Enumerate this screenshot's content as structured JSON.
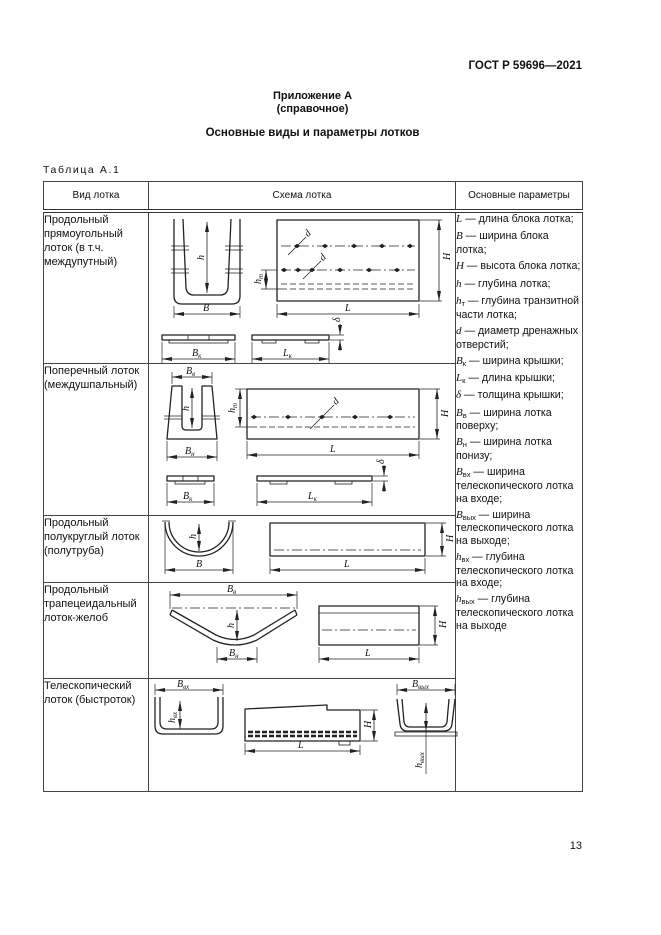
{
  "doc": {
    "standard_number": "ГОСТ Р 59696—2021",
    "annex_title": "Приложение А",
    "annex_note": "(справочное)",
    "title": "Основные виды и параметры лотков",
    "table_caption": "Таблица А.1",
    "page_number": "13"
  },
  "table": {
    "columns": [
      "Вид лотка",
      "Схема лотка",
      "Основные параметры"
    ],
    "rows": [
      {
        "type": "Продольный прямоугольный лоток (в т.ч. междупутный)"
      },
      {
        "type": "Поперечный лоток (междушпальный)"
      },
      {
        "type": "Продольный полукруглый лоток (полутруба)"
      },
      {
        "type": "Продольный трапецеидальный лоток-желоб"
      },
      {
        "type": "Телескопический лоток (быстроток)"
      }
    ],
    "parameters": [
      {
        "sym": "L",
        "sub": "",
        "desc": " — длина блока лотка;"
      },
      {
        "sym": "B",
        "sub": "",
        "desc": " — ширина блока лотка;"
      },
      {
        "sym": "H",
        "sub": "",
        "desc": " — высота блока лотка;"
      },
      {
        "sym": "h",
        "sub": "",
        "desc": " — глубина лотка;"
      },
      {
        "sym": "h",
        "sub": "т",
        "desc": " — глубина транзитной части лотка;"
      },
      {
        "sym": "d",
        "sub": "",
        "desc": " — диаметр дренажных отверстий;"
      },
      {
        "sym": "B",
        "sub": "к",
        "desc": " — ширина крышки;"
      },
      {
        "sym": "L",
        "sub": "к",
        "desc": " — длина крышки;"
      },
      {
        "sym": "δ",
        "sub": "",
        "desc": " — толщина крышки;"
      },
      {
        "sym": "B",
        "sub": "в",
        "desc": " — ширина лотка поверху;"
      },
      {
        "sym": "B",
        "sub": "н",
        "desc": " — ширина лотка понизу;"
      },
      {
        "sym": "B",
        "sub": "вх",
        "desc": " — ширина телескопического лотка на входе;"
      },
      {
        "sym": "B",
        "sub": "вых",
        "desc": " — ширина телескопического лотка на выходе;"
      },
      {
        "sym": "h",
        "sub": "вх",
        "desc": " — глубина телескопического лотка на входе;"
      },
      {
        "sym": "h",
        "sub": "вых",
        "desc": " — глубина телескопического лотка на выходе"
      }
    ]
  },
  "sym": {
    "L": "L",
    "B": "B",
    "H": "H",
    "h": "h",
    "d": "d",
    "delta": "δ",
    "sub_t": "т",
    "sub_k": "к",
    "sub_v": "в",
    "sub_n": "н",
    "sub_in": "вх",
    "sub_out": "вых"
  }
}
